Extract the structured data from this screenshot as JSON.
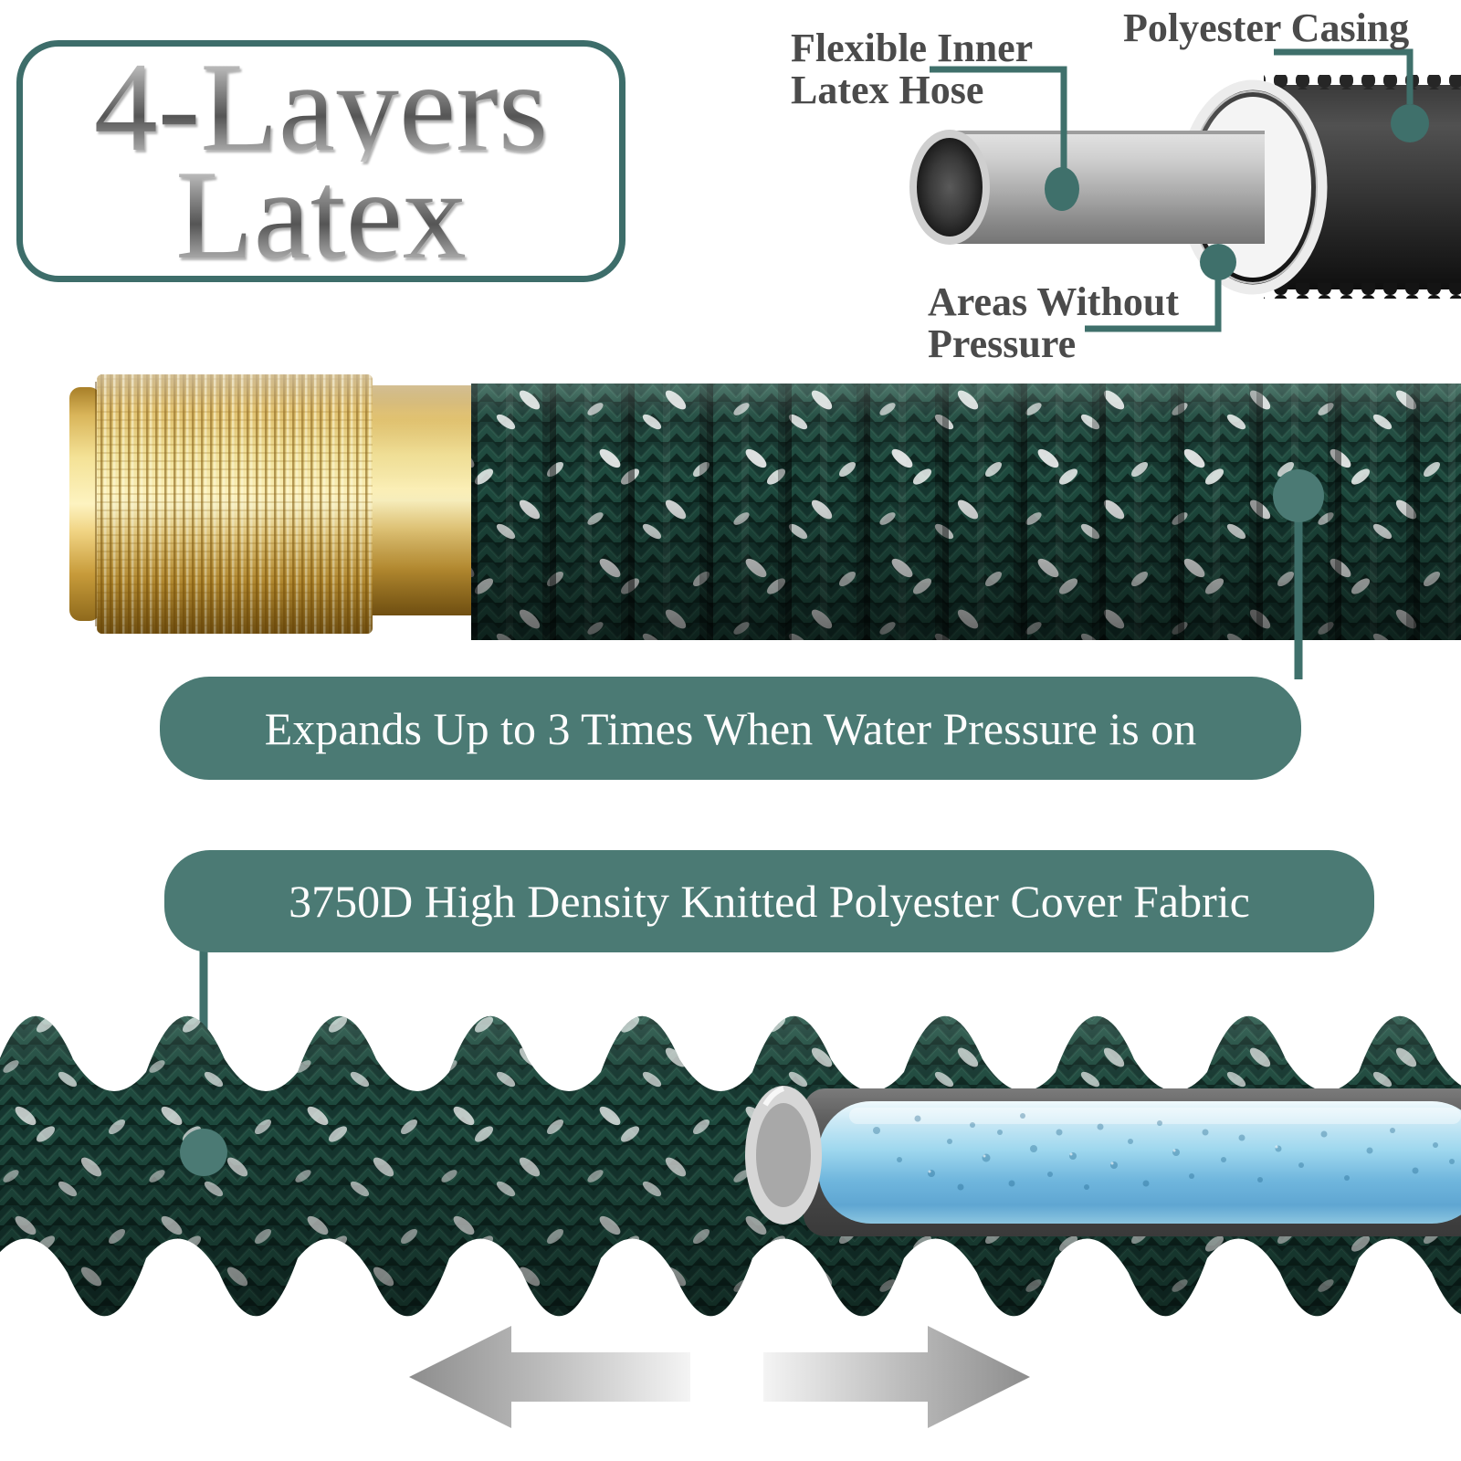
{
  "badge": {
    "line1": "4-Layers",
    "line2": "Latex"
  },
  "diagram_labels": {
    "flexible_line1": "Flexible Inner",
    "flexible_line2": "Latex Hose",
    "polyester": "Polyester Casing",
    "areas_line1": "Areas Without",
    "areas_line2": "Pressure"
  },
  "banners": {
    "expand_text": "Expands Up to 3 Times When Water Pressure is on",
    "fabric_text": "3750D High Density Knitted Polyester Cover Fabric"
  },
  "colors": {
    "banner_teal": "#4b7a74",
    "callout_teal": "#3f706b",
    "badge_border_teal": "#3d6d6a",
    "label_gray": "#4b4b4b",
    "metal_text_gray": "#6e6e6e",
    "brass_gold": "#e8c967",
    "hose_green_dark": "#0d2620",
    "hose_green_highlight": "#1e4a3e",
    "fleck_white": "#f2f2f2",
    "latex_blue": "#7ec6e6",
    "tube_gray": "#ababab",
    "casing_black": "#222222",
    "arrow_gray": "#9a9a9a"
  },
  "icons": {
    "callout_dots": "circle-marker-icon",
    "arrows": "expand-contract-arrows-icon"
  }
}
